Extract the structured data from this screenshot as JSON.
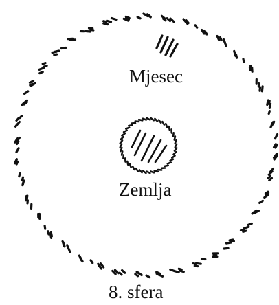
{
  "labels": {
    "moon": "Mjesec",
    "earth": "Zemlja",
    "sphere": "8. sfera"
  },
  "colors": {
    "ink": "#111111",
    "background": "#ffffff"
  }
}
